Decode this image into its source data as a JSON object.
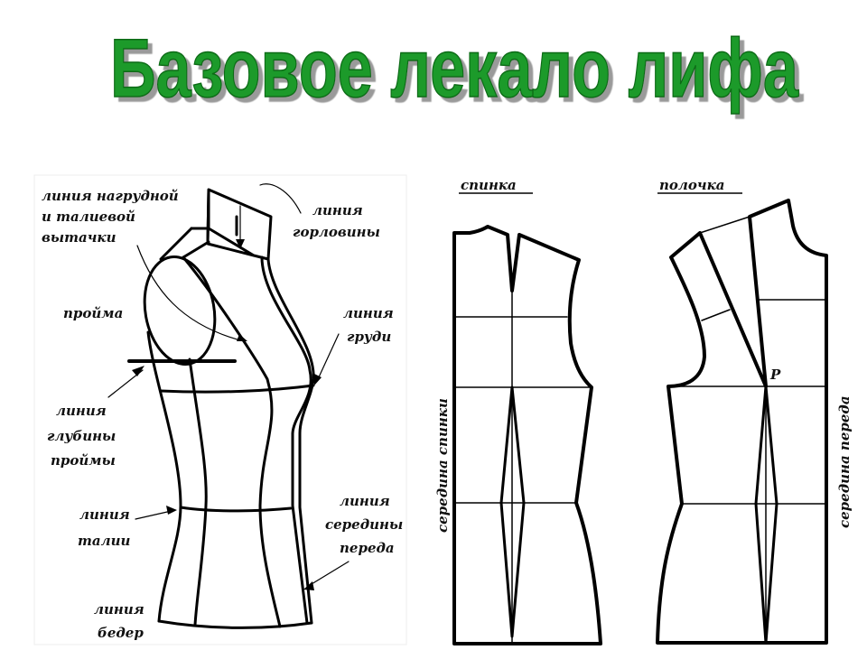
{
  "title": "Базовое лекало лифа",
  "colors": {
    "title": "#1a9a2a",
    "title_shadow": "#9a9a9a"
  },
  "mannequin": {
    "labels": {
      "bust_waist_dart": [
        "линия нагрудной",
        "и талиевой",
        "вытачки"
      ],
      "neckline": [
        "линия",
        "горловины"
      ],
      "armhole": "пройма",
      "bust": [
        "линия",
        "груди"
      ],
      "armhole_depth": [
        "линия",
        "глубины",
        "проймы"
      ],
      "waist": [
        "линия",
        "талии"
      ],
      "center_front": [
        "линия",
        "середины",
        "переда"
      ],
      "hips": [
        "линия",
        "бедер"
      ]
    }
  },
  "pattern": {
    "back_title": "спинка",
    "front_title": "полочка",
    "back_center_label": "середина спинки",
    "front_center_label": "середина переда",
    "point_label": "P"
  }
}
